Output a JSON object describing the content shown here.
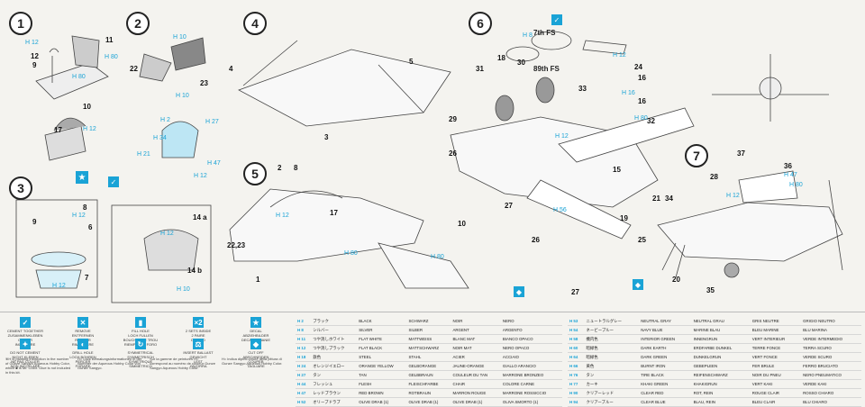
{
  "steps": [
    "1",
    "2",
    "3",
    "4",
    "5",
    "6",
    "7"
  ],
  "part_numbers": {
    "s1": [
      "11",
      "12",
      "9",
      "10",
      "17"
    ],
    "s2": [
      "22",
      "23"
    ],
    "s3": [
      "9",
      "8",
      "6",
      "7",
      "14 a",
      "14 b"
    ],
    "s4": [
      "4",
      "5",
      "3"
    ],
    "s5": [
      "2",
      "8",
      "17",
      "22,23",
      "1"
    ],
    "s6": [
      "31",
      "18",
      "30",
      "33",
      "24",
      "16",
      "29",
      "26",
      "27",
      "16",
      "32",
      "15",
      "10",
      "26",
      "27",
      "19",
      "25",
      "20",
      "21",
      "34"
    ],
    "s7": [
      "37",
      "28",
      "36",
      "35"
    ]
  },
  "color_codes": {
    "s1": [
      "H 12",
      "H 12",
      "H 80",
      "H 80",
      "H 12"
    ],
    "s2": [
      "H 10",
      "H 10"
    ],
    "s2b": [
      "H 2",
      "H 34",
      "H 21",
      "H 12",
      "H 27",
      "H 47",
      "H 12"
    ],
    "s3": [
      "H 12",
      "H 10",
      "H 12",
      "H 12"
    ],
    "s5": [
      "H 12",
      "H 80"
    ],
    "s6": [
      "H 8",
      "H 12",
      "H 16",
      "H 12",
      "H 56",
      "H 80",
      "H 12",
      "H 80"
    ],
    "s7": [
      "H 47",
      "H 80",
      "H 12"
    ]
  },
  "fs_labels": [
    "7th FS",
    "89th FS"
  ],
  "legend": [
    {
      "icon": "✓",
      "text": "CEMENT TOGETHER\nZUSAMMENKLEBEN\nCOLLER\nINCOLLARE"
    },
    {
      "icon": "✕",
      "text": "REMOVE\nENTFERNEN\nRETIRER\nRIMUOVERE"
    },
    {
      "icon": "▮",
      "text": "FILL HOLE\nLOCH FULLEN\nBOUCHER LE TROU\nRIEMPIRE IL FORO"
    },
    {
      "icon": "×2",
      "text": "2 SETS INSIDE\n2 PAIRE\nDOPPIO"
    },
    {
      "icon": "★",
      "text": "DECAL\nABZIEHBILDER\nDECALCOMANIE"
    },
    {
      "icon": "✦",
      "text": "DO NOT CEMENT\nNICHT KLEBEN\nNE PAS COLLER\nNON INCOLLARE"
    },
    {
      "icon": "◐",
      "text": "DRILL HOLE\nLOCH BOHREN\nPERCER\nFORARE"
    },
    {
      "icon": "↻",
      "text": "SYMMETRICAL\nSYMMETRISCH\nSYMETRIQUE\nSIMMETRICO"
    },
    {
      "icon": "⚖",
      "text": "INSERT BALLAST\nGEWICHT\nLEST\nZAVORRA"
    },
    {
      "icon": "◆",
      "text": "CUT OFF\nABSCHNEIDEN\nCOUPER\nTAGLIARE"
    }
  ],
  "notes": [
    "※H is painting instruction in the number of Gunze Sangyo Aqueous Hobby Color, which ■ is Mr. Color. Glue is not included in this kit.",
    "H= Lack Bemalungsinformationen in der Nummer der Aqueous Hobby Color von Gunze Sangyo.",
    "Sur la gamme de peintures H= correspond au numéro de couleur Gunze Sangyo Aqueous Hobby Color.",
    "H= indica dipinti-colore della pittura di Gunze Sangyo Aqueous Hobby Color."
  ],
  "colors_left": [
    {
      "code": "H 2",
      "jp": "ブラック",
      "en": "BLACK",
      "de": "SCHWARZ",
      "fr": "NOIR",
      "it": "NERO"
    },
    {
      "code": "H 8",
      "jp": "シルバー",
      "en": "SILVER",
      "de": "SILBER",
      "fr": "ARGENT",
      "it": "ARGENTO"
    },
    {
      "code": "H 11",
      "jp": "つや消しホワイト",
      "en": "FLAT WHITE",
      "de": "MATTWEISS",
      "fr": "BLANC MAT",
      "it": "BIANCO OPACO"
    },
    {
      "code": "H 12",
      "jp": "つや消しブラック",
      "en": "FLAT BLACK",
      "de": "MATTSCHWARZ",
      "fr": "NOIR MAT",
      "it": "NERO OPACO"
    },
    {
      "code": "H 18",
      "jp": "鉄色",
      "en": "STEEL",
      "de": "STAHL",
      "fr": "ACIER",
      "it": "ACCIAIO"
    },
    {
      "code": "H 24",
      "jp": "オレンジイエロー",
      "en": "ORANGE YELLOW",
      "de": "GELBORANGE",
      "fr": "JAUNE-ORANGE",
      "it": "GIALLO ARANCIO"
    },
    {
      "code": "H 27",
      "jp": "タン",
      "en": "TAN",
      "de": "GELBBRAUN",
      "fr": "COULEUR DU TAN",
      "it": "MARRONE BRONZEO"
    },
    {
      "code": "H 44",
      "jp": "フレッシュ",
      "en": "FLESH",
      "de": "FLEISCHFARBE",
      "fr": "CHAIR",
      "it": "COLORE CARNE"
    },
    {
      "code": "H 47",
      "jp": "レッドブラウン",
      "en": "RED BROWN",
      "de": "ROTBRAUN",
      "fr": "MARRON ROUGE",
      "it": "MARRONE ROSSICCIO"
    },
    {
      "code": "H 52",
      "jp": "オリーブドラブ",
      "en": "OLIVE DRAB (1)",
      "de": "OLIVE DRAB (1)",
      "fr": "OLIVE DRAB (1)",
      "it": "OLIVA SMORTO (1)"
    }
  ],
  "colors_right": [
    {
      "code": "H 53",
      "jp": "ニュートラルグレー",
      "en": "NEUTRAL GRAY",
      "de": "NEUTRAL GRAU",
      "fr": "GRIS NEUTRE",
      "it": "GRIGIO NEUTRO"
    },
    {
      "code": "H 54",
      "jp": "ネービーブルー",
      "en": "NAVY BLUE",
      "de": "MARINE BLAU",
      "fr": "BLEU MARINE",
      "it": "BLU MARINA"
    },
    {
      "code": "H 58",
      "jp": "機内色",
      "en": "INTERIOR GREEN",
      "de": "INNENGRUN",
      "fr": "VERT INTERIEUR",
      "it": "VERDE INTERMEDIO"
    },
    {
      "code": "H 60",
      "jp": "暗緑色",
      "en": "DARK EARTH",
      "de": "ERDFARBE DUNKEL",
      "fr": "TERRE FONCE",
      "it": "TERRA SCURO"
    },
    {
      "code": "H 64",
      "jp": "暗緑色",
      "en": "DARK GREEN",
      "de": "DUNKELGRUN",
      "fr": "VERT FONCE",
      "it": "VERDE SCURO"
    },
    {
      "code": "H 66",
      "jp": "黄色",
      "en": "BURNT IRON",
      "de": "GEBEPLEEN",
      "fr": "FER BRULE",
      "it": "FERRO BRUCIATO"
    },
    {
      "code": "H 76",
      "jp": "タン",
      "en": "TIRE BLACK",
      "de": "REIFENSCHWARZ",
      "fr": "NOIR DU PNEU",
      "it": "NERO PNEUMATICO"
    },
    {
      "code": "H 77",
      "jp": "カーキ",
      "en": "KHAKI GREEN",
      "de": "KHAKIGRUN",
      "fr": "VERT KAKI",
      "it": "VERDE KAKI"
    },
    {
      "code": "H 90",
      "jp": "クリアーレッド",
      "en": "CLEAR RED",
      "de": "ROT, REIN",
      "fr": "ROUGE CLAIR",
      "it": "ROSSO CHIARO"
    },
    {
      "code": "H 94",
      "jp": "クリアーブルー",
      "en": "CLEAR BLUE",
      "de": "BLAU, REIN",
      "fr": "BLEU CLAIR",
      "it": "BLU CHIARO"
    }
  ]
}
